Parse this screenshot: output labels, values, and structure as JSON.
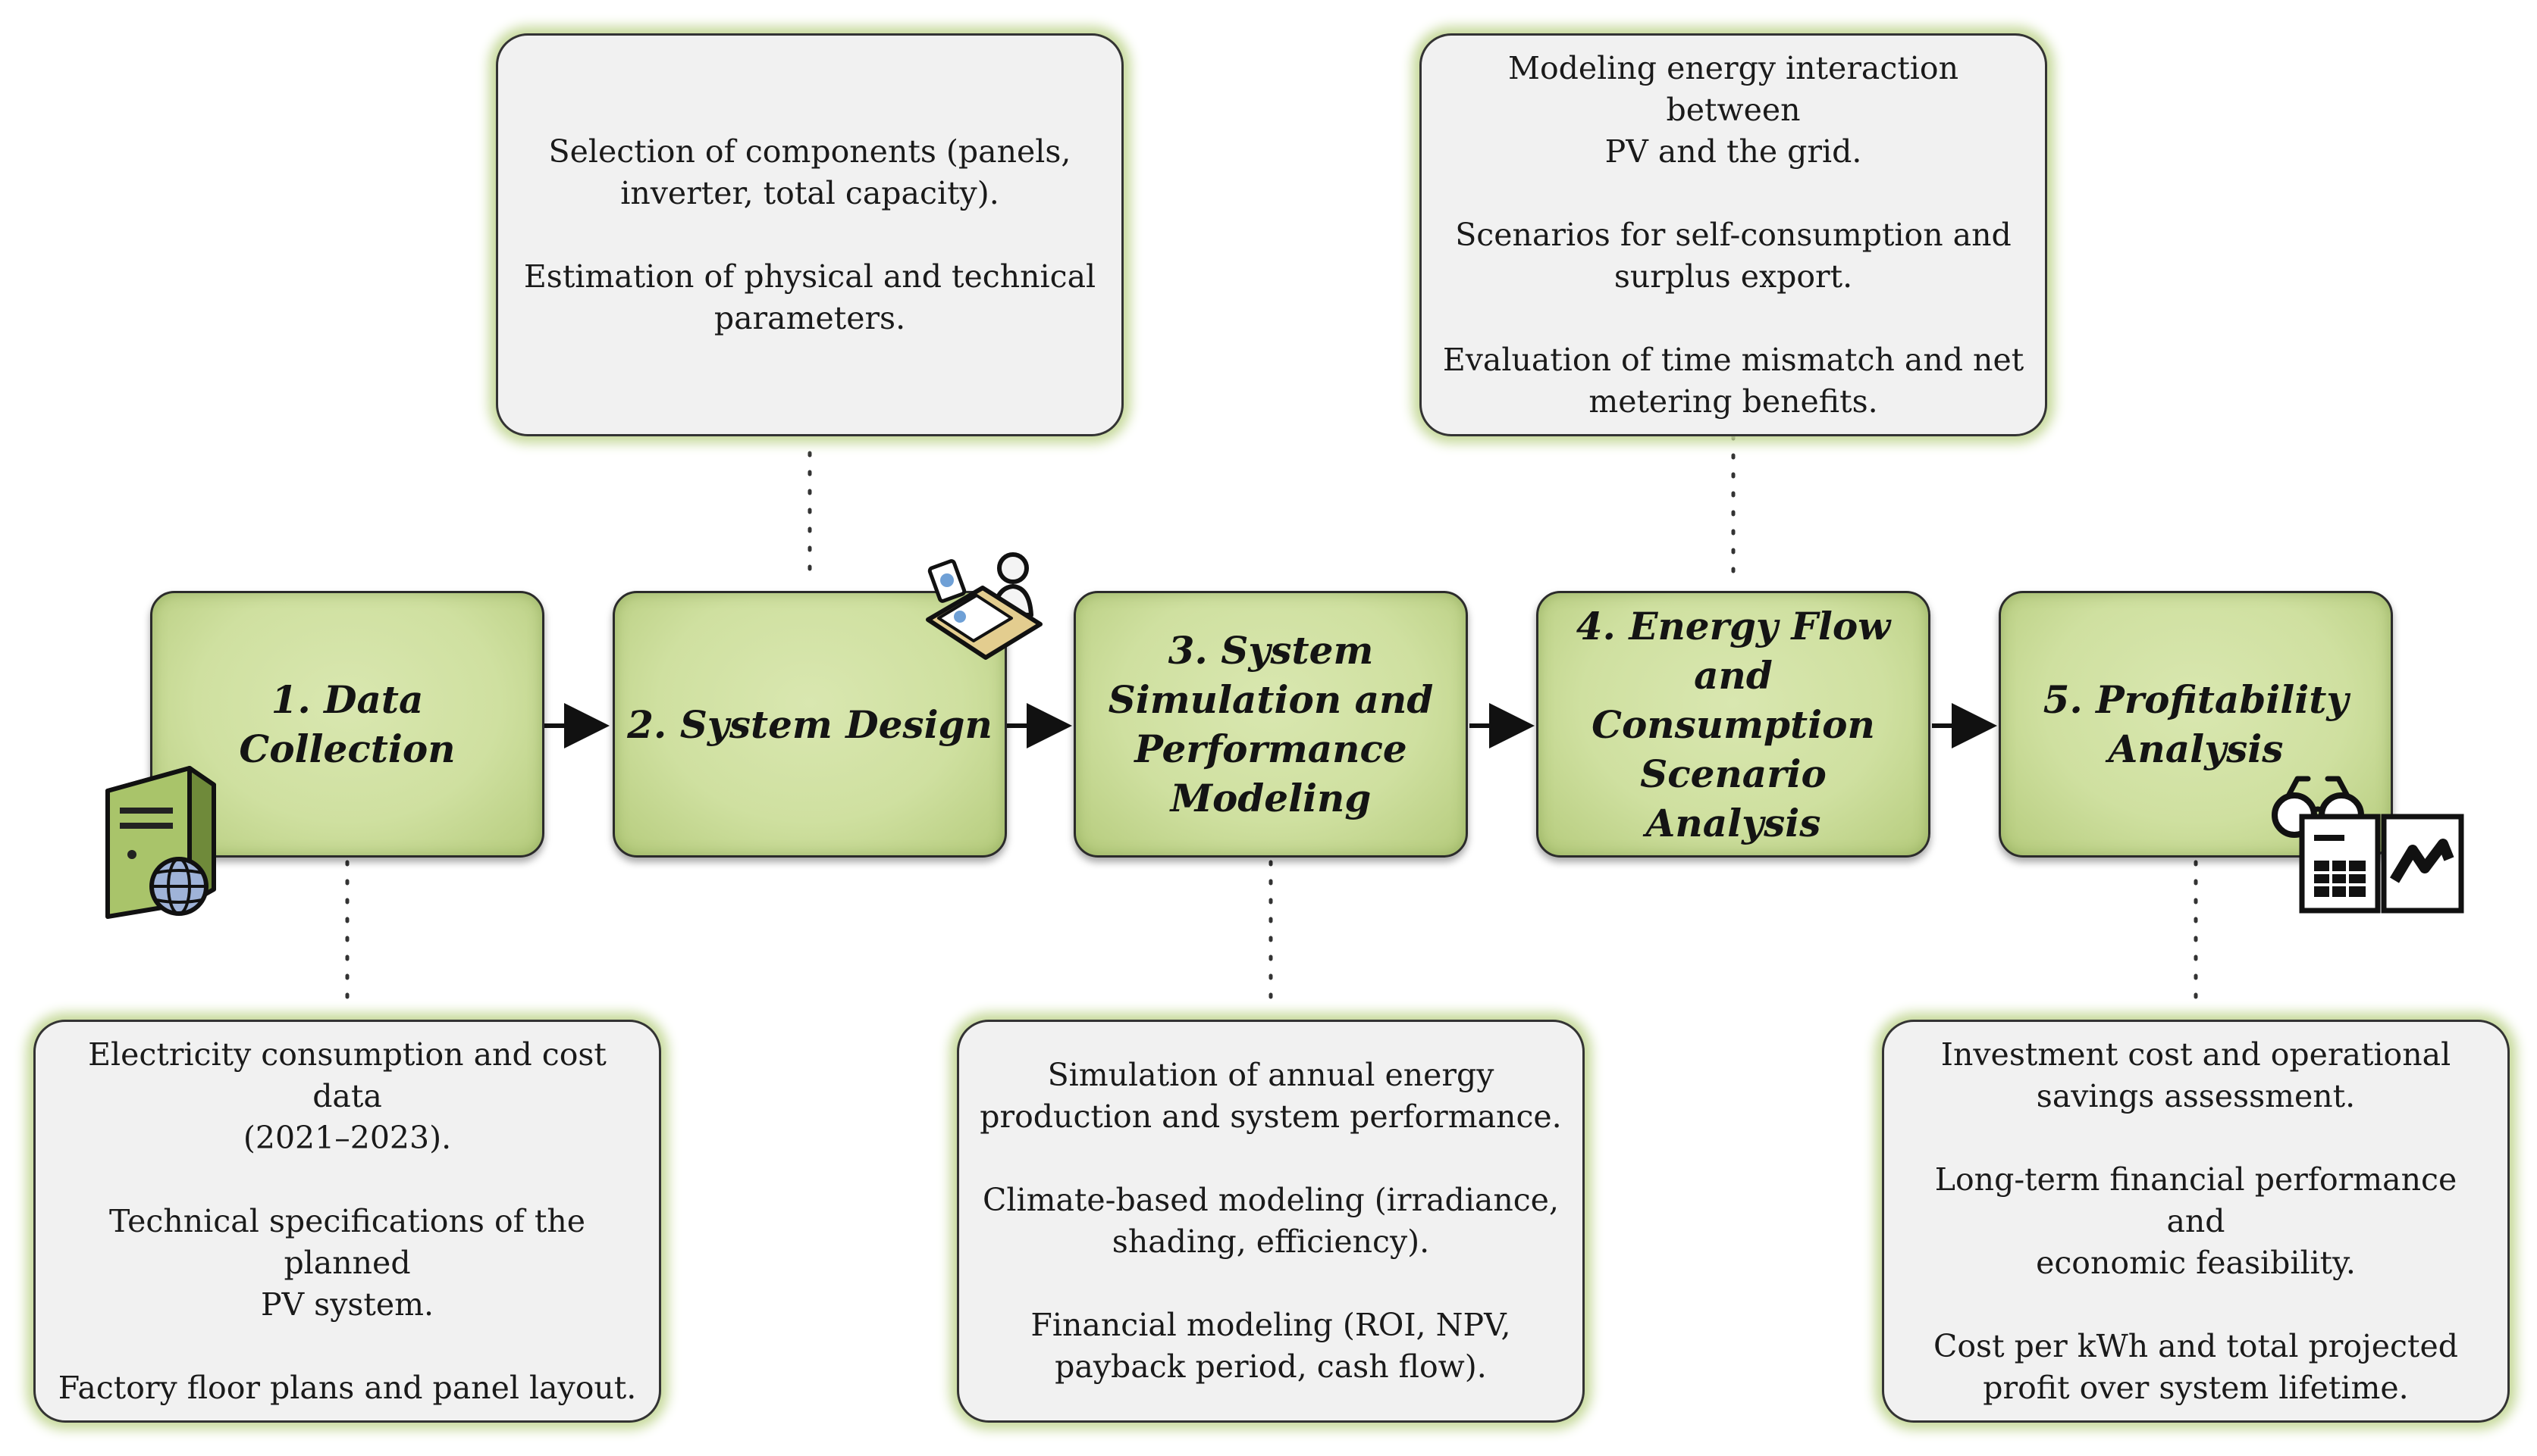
{
  "steps": [
    {
      "label": "1. Data Collection"
    },
    {
      "label": "2. System Design"
    },
    {
      "label": "3. System\nSimulation and\nPerformance\nModeling"
    },
    {
      "label": "4. Energy Flow and\nConsumption\nScenario Analysis"
    },
    {
      "label": "5. Profitability\nAnalysis"
    }
  ],
  "notes": {
    "data_collection": [
      "Electricity consumption and cost data\n(2021–2023).",
      "Technical specifications of the planned\nPV system.",
      "Factory floor plans and panel layout."
    ],
    "system_design": [
      "Selection of components (panels,\ninverter, total capacity).",
      "Estimation of physical and technical\nparameters."
    ],
    "simulation": [
      "Simulation of annual energy\nproduction and system performance.",
      "Climate-based modeling (irradiance,\nshading, efficiency).",
      "Financial modeling (ROI, NPV,\npayback period, cash flow)."
    ],
    "energy_flow": [
      "Modeling energy interaction between\nPV and the grid.",
      "Scenarios for self-consumption and\nsurplus export.",
      "Evaluation of time mismatch and net\nmetering benefits."
    ],
    "profitability": [
      "Investment cost and operational\nsavings assessment.",
      "Long-term financial performance and\neconomic feasibility.",
      "Cost per kWh and total projected\nprofit over system lifetime."
    ]
  },
  "icons": [
    "server-globe-icon",
    "designer-at-desk-icon",
    "glasses-documents-icon",
    "spreadsheet-icon",
    "line-chart-icon"
  ],
  "colors": {
    "step_fill": "#cfe0a0",
    "note_fill": "#f1f1f1",
    "note_glow": "#c6d99a",
    "outline": "#2b2b2b"
  }
}
